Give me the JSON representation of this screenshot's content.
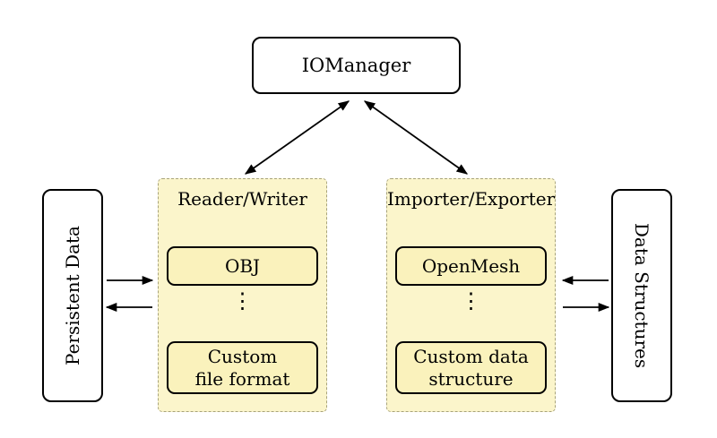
{
  "nodes": {
    "io_manager": "IOManager",
    "persistent_data": "Persistent Data",
    "data_structures": "Data Structures",
    "ellipsis": "⋮"
  },
  "groups": {
    "reader_writer": {
      "title": "Reader/Writer",
      "item_top": "OBJ",
      "item_bottom_line1": "Custom",
      "item_bottom_line2": "file format"
    },
    "importer_exporter": {
      "title": "Importer/Exporter",
      "item_top": "OpenMesh",
      "item_bottom_line1": "Custom data",
      "item_bottom_line2": "structure"
    }
  },
  "colors": {
    "group_fill": "#FBF5CB",
    "node_fill": "#FAF2BC",
    "solid_border": "#000000",
    "dashed_border": "#A8A37B",
    "arrow": "#000000"
  }
}
